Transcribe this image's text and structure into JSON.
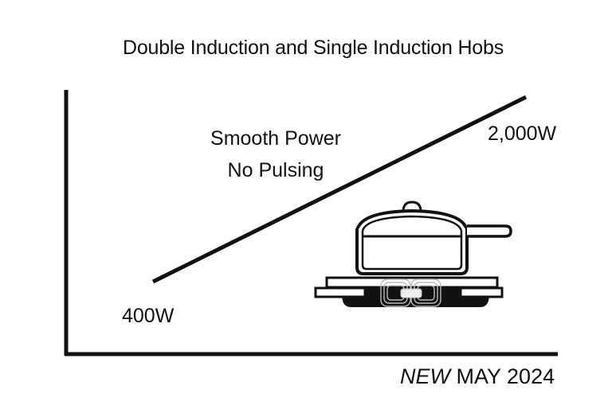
{
  "title": "Double Induction and Single Induction Hobs",
  "feature": {
    "line1": "Smooth Power",
    "line2": "No Pulsing"
  },
  "labels": {
    "min_power": "400W",
    "max_power": "2,000W"
  },
  "footer": {
    "emphasis": "NEW",
    "date": "MAY 2024"
  },
  "icons": {
    "illustration": "pan-on-induction-hob-icon"
  },
  "colors": {
    "ink": "#111111",
    "background": "#ffffff",
    "coil": "#bbbbbb"
  },
  "chart_data": {
    "type": "line",
    "title": "Double Induction and Single Induction Hobs",
    "xlabel": "",
    "ylabel": "",
    "series": [
      {
        "name": "Power",
        "x": [
          0,
          1
        ],
        "values": [
          400,
          2000
        ]
      }
    ],
    "annotations": [
      "400W",
      "2,000W",
      "Smooth Power",
      "No Pulsing",
      "NEW MAY 2024"
    ],
    "grid": false,
    "legend": "none"
  }
}
